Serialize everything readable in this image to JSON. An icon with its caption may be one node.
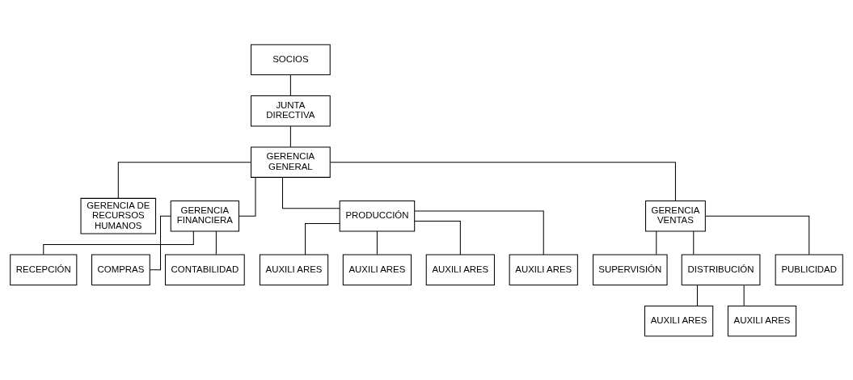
{
  "diagram": {
    "nodes": [
      {
        "text": [
          "SOCIOS"
        ]
      },
      {
        "text": [
          "JUNTA DIRECTIVA"
        ]
      },
      {
        "text": [
          "GERENCIA GENERAL"
        ]
      },
      {
        "text": [
          "GERENCIA DE RECURSOS HUMANOS"
        ]
      },
      {
        "text": [
          "GERENCIA FINANCIERA"
        ]
      },
      {
        "text": [
          "RECEPCIÓN"
        ]
      },
      {
        "text": [
          "COMPRAS"
        ]
      },
      {
        "text": [
          "CONTABILIDAD"
        ]
      },
      {
        "text": [
          "PRODUCCIÓN"
        ]
      },
      {
        "text": [
          "AUXILI ARES"
        ]
      },
      {
        "text": [
          "AUXILI ARES"
        ]
      },
      {
        "text": [
          "AUXILI ARES"
        ]
      },
      {
        "text": [
          "AUXILI ARES"
        ]
      },
      {
        "text": [
          "GERENCIA VENTAS"
        ]
      },
      {
        "text": [
          "SUPERVISIÓN"
        ]
      },
      {
        "text": [
          "DISTRIBUCIÓN"
        ]
      },
      {
        "text": [
          "PUBLICIDAD"
        ]
      },
      {
        "text": [
          "AUXILI ARES"
        ]
      },
      {
        "text": [
          "AUXILI ARES"
        ]
      }
    ],
    "edges": [
      {
        "from": 0,
        "to": 1,
        "arrow": "none"
      },
      {
        "from": 1,
        "to": 2,
        "arrow": "none"
      },
      {
        "from": 2,
        "to": 3,
        "arrow": "none"
      },
      {
        "from": 2,
        "to": 4,
        "arrow": "none"
      },
      {
        "from": 2,
        "to": 8,
        "arrow": "none"
      },
      {
        "from": 2,
        "to": 13,
        "arrow": "none"
      },
      {
        "from": 4,
        "to": 5,
        "arrow": "none"
      },
      {
        "from": 4,
        "to": 6,
        "arrow": "none"
      },
      {
        "from": 4,
        "to": 7,
        "arrow": "none"
      },
      {
        "from": 8,
        "to": 9,
        "arrow": "none"
      },
      {
        "from": 8,
        "to": 10,
        "arrow": "none"
      },
      {
        "from": 8,
        "to": 11,
        "arrow": "none"
      },
      {
        "from": 8,
        "to": 12,
        "arrow": "none"
      },
      {
        "from": 13,
        "to": 14,
        "arrow": "none"
      },
      {
        "from": 13,
        "to": 15,
        "arrow": "none"
      },
      {
        "from": 13,
        "to": 16,
        "arrow": "none"
      },
      {
        "from": 15,
        "to": 17,
        "arrow": "none"
      },
      {
        "from": 15,
        "to": 18,
        "arrow": "none"
      }
    ]
  }
}
